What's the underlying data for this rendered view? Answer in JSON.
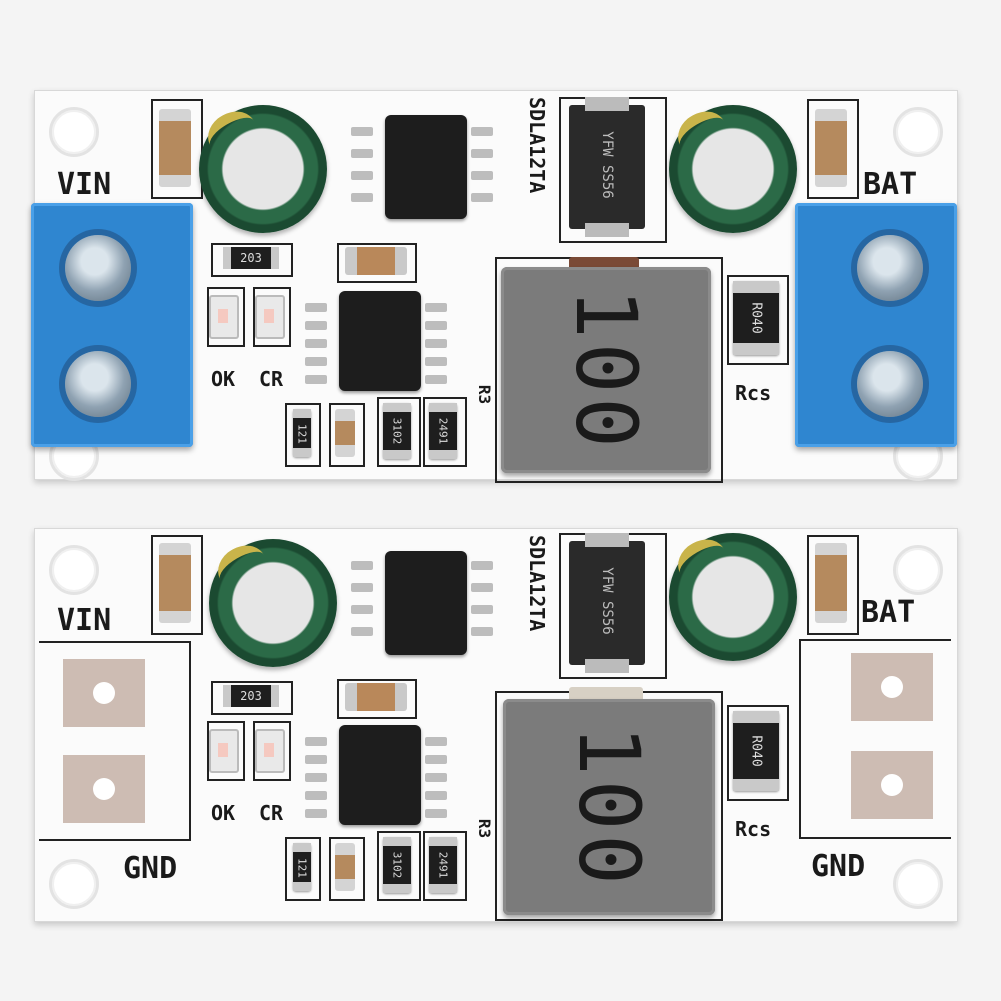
{
  "top_board": {
    "vin_label": "VIN",
    "bat_label": "BAT",
    "ok_label": "OK",
    "cr_label": "CR",
    "rcs_label": "Rcs",
    "r3_label": "R3",
    "model_label": "SDLA12TA",
    "diode_label": "YFW SS56",
    "inductor_label": "100",
    "res_203": "203",
    "res_r040": "R040",
    "res_121": "121",
    "res_3102": "3102",
    "res_2491": "2491"
  },
  "bottom_board": {
    "vin_label": "VIN",
    "bat_label": "BAT",
    "gnd_left_label": "GND",
    "gnd_right_label": "GND",
    "ok_label": "OK",
    "cr_label": "CR",
    "rcs_label": "Rcs",
    "r3_label": "R3",
    "model_label": "SDLA12TA",
    "diode_label": "YFW SS56",
    "inductor_label": "100",
    "res_203": "203",
    "res_r040": "R040",
    "res_121": "121",
    "res_3102": "3102",
    "res_2491": "2491"
  },
  "colors": {
    "pcb": "#fbfbfb",
    "terminal_blue": "#2f86d0",
    "capacitor_green": "#2b6a47",
    "inductor_gray": "#7b7b7b",
    "ic_black": "#1d1d1d"
  }
}
